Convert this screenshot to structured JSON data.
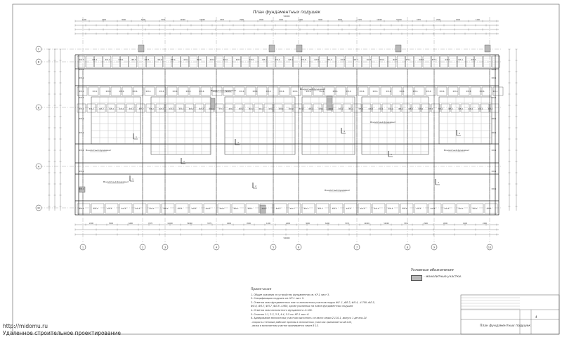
{
  "drawing": {
    "title": "План фундаментных подушек",
    "axes_columns": [
      "1",
      "2",
      "3",
      "4",
      "5",
      "6",
      "7",
      "8",
      "9",
      "10"
    ],
    "axes_rows": [
      "Г",
      "В",
      "Б",
      "А",
      "Ж"
    ],
    "pad_labels": [
      "ФЛ-1",
      "ФЛ-2",
      "ФЛ-3",
      "ФЛ-4",
      "ФЛ-5",
      "ФЛ-6",
      "ФЛ-7",
      "ФЛ-8"
    ],
    "monolith_label": "Монолитный фундамент",
    "section_labels": [
      "1",
      "2",
      "3",
      "4",
      "5",
      "6"
    ],
    "dim_labels": [
      "1200",
      "2400",
      "3000",
      "6400",
      "7270",
      "12000",
      "52000",
      "3370",
      "2900",
      "4500"
    ]
  },
  "legend": {
    "heading": "Условные обозначения",
    "item_text": "- монолитные участки."
  },
  "notes": {
    "heading": "Примечания",
    "lines": [
      "1. Общие указания по устройству фундаментов см. КР-1 лист 3.",
      "2. Спецификацию подушек см. КР-1 лист 5.",
      "3. Отметка низа фундаментных плит и монолитных участков подуш ФЛ -1, ФЛ-2, ФЛ-4, -4.700; ФЛ-5,",
      "ФЛ-6, ФЛ-7, ФЛ-7, ФЛ-8 -4.900, кроме указанных на плане фундаментных подушек",
      "4. Отметка низа монолитного фундамента -5.100.",
      "5. Сечения 1-1, 2-2, 3-3, 4-4, 5-5 см. КР-1 лист 6.",
      "6. Армирование монолитных участков выполнять согласно серии 2.110-1, выпуск 1 деталь 24",
      "- покрыть стеновые рабочие проемы в монолитных участках принимается ø8 А-III,",
      "- вязка в монолитном участке принимается через В 15."
    ]
  },
  "stamp": {
    "title": "План фундаментных подушек",
    "sheet": "4"
  },
  "watermark": {
    "url": "http://midomu.ru",
    "text": "Удаленное строительное проектирование"
  }
}
